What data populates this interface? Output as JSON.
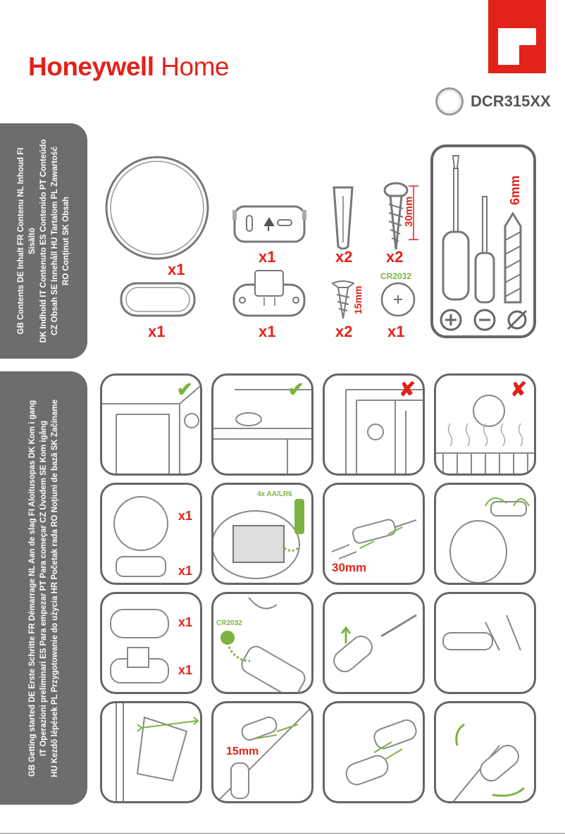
{
  "brand": {
    "name_bold": "Honeywell",
    "name_light": " Home",
    "color": "#e2231a"
  },
  "model": {
    "code": "DCR315XX"
  },
  "contents_tab": {
    "lines": [
      "GB Contents DE Inhalt FR Contenu NL Inhoud FI Sisältö",
      "DK Indhold IT Contenuto ES Contenido PT Conteúdo",
      "CZ Obsah SE Innehåll HU Tartalom PL Zawartość",
      "RO Conținut SK Obsah"
    ]
  },
  "getting_started_tab": {
    "lines": [
      "GB Getting started DE Erste Schritte FR Démarrage NL Aan de slag FI Aloitusopas DK Kom i gang",
      "IT Operazioni preliminari ES Para empezar PT Para começar CZ Úvodem SE Kom igång",
      "HU Kezdő lépések PL Przygotowanie do użycia HR Početak rada RO Noțiuni de bază SK Začíname"
    ]
  },
  "parts": {
    "ring_qty": "x1",
    "chime_qty": "x1",
    "plugs_qty": "x2",
    "screw30_qty": "x2",
    "screw30_len": "30mm",
    "push_ring_qty": "x1",
    "push_base_qty": "x1",
    "screw15_qty": "x2",
    "screw15_len": "15mm",
    "battery_qty": "x1",
    "battery_label": "CR2032",
    "drill_size": "6mm",
    "tool_icons": [
      "plus-screwdriver-icon",
      "minus-screwdriver-icon",
      "drill-diameter-icon"
    ]
  },
  "steps": {
    "ok_mark": "✔",
    "no_mark": "✘",
    "qty_a": "x1",
    "qty_b": "x1",
    "qty_c": "x1",
    "qty_d": "x1",
    "battery_aa": "4x AA/LR6",
    "mount_len": "30mm",
    "cr2032": "CR2032",
    "push_len": "15mm"
  }
}
